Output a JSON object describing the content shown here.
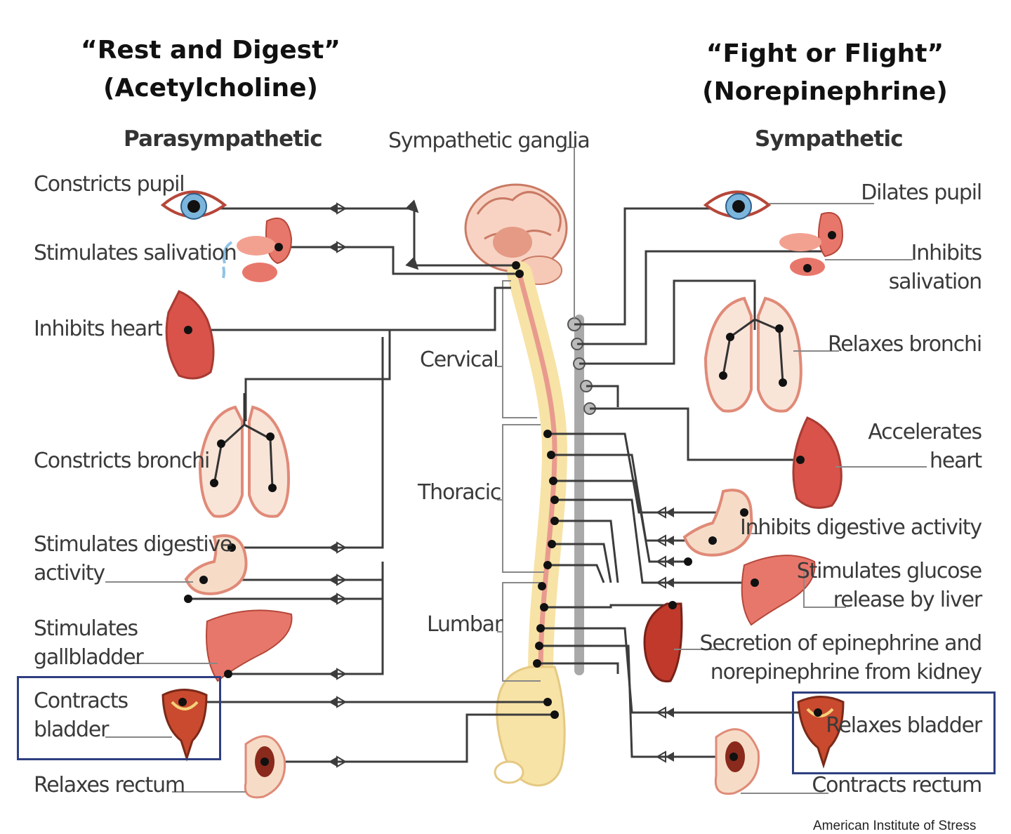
{
  "left_heading": {
    "line1": "“Rest and Digest”",
    "line2": "(Acetylcholine)"
  },
  "right_heading": {
    "line1": "“Fight or Flight”",
    "line2": "(Norepinephrine)"
  },
  "divisions": {
    "left": "Parasympathetic",
    "right": "Sympathetic"
  },
  "center_labels": {
    "ganglia": "Sympathetic ganglia",
    "cervical": "Cervical",
    "thoracic": "Thoracic",
    "lumbar": "Lumbar"
  },
  "parasympathetic_effects": [
    {
      "id": "pupil",
      "lines": [
        "Constricts pupil"
      ]
    },
    {
      "id": "salivation",
      "lines": [
        "Stimulates salivation"
      ]
    },
    {
      "id": "heart",
      "lines": [
        "Inhibits heart"
      ]
    },
    {
      "id": "bronchi",
      "lines": [
        "Constricts bronchi"
      ]
    },
    {
      "id": "digestive",
      "lines": [
        "Stimulates digestive",
        "activity"
      ]
    },
    {
      "id": "gallbladder",
      "lines": [
        "Stimulates",
        "gallbladder"
      ]
    },
    {
      "id": "bladder",
      "lines": [
        "Contracts",
        "bladder"
      ]
    },
    {
      "id": "rectum",
      "lines": [
        "Relaxes rectum"
      ]
    }
  ],
  "sympathetic_effects": [
    {
      "id": "pupil",
      "lines": [
        "Dilates pupil"
      ]
    },
    {
      "id": "salivation",
      "lines": [
        "Inhibits",
        "salivation"
      ]
    },
    {
      "id": "bronchi",
      "lines": [
        "Relaxes bronchi"
      ]
    },
    {
      "id": "heart",
      "lines": [
        "Accelerates",
        "heart"
      ]
    },
    {
      "id": "digestive",
      "lines": [
        "Inhibits digestive activity"
      ]
    },
    {
      "id": "liver",
      "lines": [
        "Stimulates glucose",
        "release by liver"
      ]
    },
    {
      "id": "kidney",
      "lines": [
        "Secretion of epinephrine and",
        "norepinephrine from kidney"
      ]
    },
    {
      "id": "bladder",
      "lines": [
        "Relaxes bladder"
      ]
    },
    {
      "id": "rectum",
      "lines": [
        "Contracts rectum"
      ]
    }
  ],
  "credit": "American Institute of Stress",
  "colors": {
    "nerve_line": "#3c3c3c",
    "highlight_box": "#2e3f80",
    "organ_red": "#d9534a",
    "organ_pink": "#f3b9a7",
    "spine_yellow": "#f7e3a6",
    "ganglia_gray": "#a9a9a9"
  },
  "icons": [
    "eye-icon",
    "salivary-gland-icon",
    "heart-icon",
    "lungs-icon",
    "stomach-icon",
    "liver-icon",
    "bladder-icon",
    "rectum-icon",
    "kidney-icon",
    "brain-icon",
    "spinal-cord-icon",
    "ganglia-chain-icon"
  ]
}
